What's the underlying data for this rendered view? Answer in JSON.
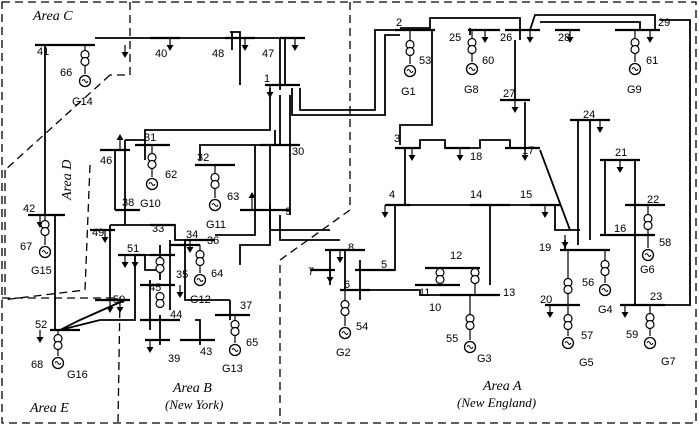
{
  "areas": {
    "c": {
      "title": "Area C"
    },
    "d": {
      "title": "Area D"
    },
    "e": {
      "title": "Area E"
    },
    "b": {
      "title": "Area B",
      "subtitle": "(New York)"
    },
    "a": {
      "title": "Area A",
      "subtitle": "(New England)"
    }
  },
  "buses": {
    "b1": "1",
    "b2": "2",
    "b3": "3",
    "b4": "4",
    "b5": "5",
    "b6": "6",
    "b7": "7",
    "b8": "8",
    "b9": "9",
    "b10": "10",
    "b11": "11",
    "b12": "12",
    "b13": "13",
    "b14": "14",
    "b15": "15",
    "b16": "16",
    "b17": "17",
    "b18": "18",
    "b19": "19",
    "b20": "20",
    "b21": "21",
    "b22": "22",
    "b23": "23",
    "b24": "24",
    "b25": "25",
    "b26": "26",
    "b27": "27",
    "b28": "28",
    "b29": "29",
    "b30": "30",
    "b31": "31",
    "b32": "32",
    "b33": "33",
    "b34": "34",
    "b35": "35",
    "b36": "36",
    "b37": "37",
    "b38": "38",
    "b39": "39",
    "b40": "40",
    "b41": "41",
    "b42": "42",
    "b43": "43",
    "b44": "44",
    "b45": "45",
    "b46": "46",
    "b47": "47",
    "b48": "48",
    "b49": "49",
    "b50": "50",
    "b51": "51",
    "b52": "52",
    "b53": "53",
    "b54": "54",
    "b55": "55",
    "b56": "56",
    "b57": "57",
    "b58": "58",
    "b59": "59",
    "b60": "60",
    "b61": "61",
    "b62": "62",
    "b63": "63",
    "b64": "64",
    "b65": "65",
    "b66": "66",
    "b67": "67",
    "b68": "68"
  },
  "generators": {
    "g1": "G1",
    "g2": "G2",
    "g3": "G3",
    "g4": "G4",
    "g5": "G5",
    "g6": "G6",
    "g7": "G7",
    "g8": "G8",
    "g9": "G9",
    "g10": "G10",
    "g11": "G11",
    "g12": "G12",
    "g13": "G13",
    "g14": "G14",
    "g15": "G15",
    "g16": "G16"
  }
}
